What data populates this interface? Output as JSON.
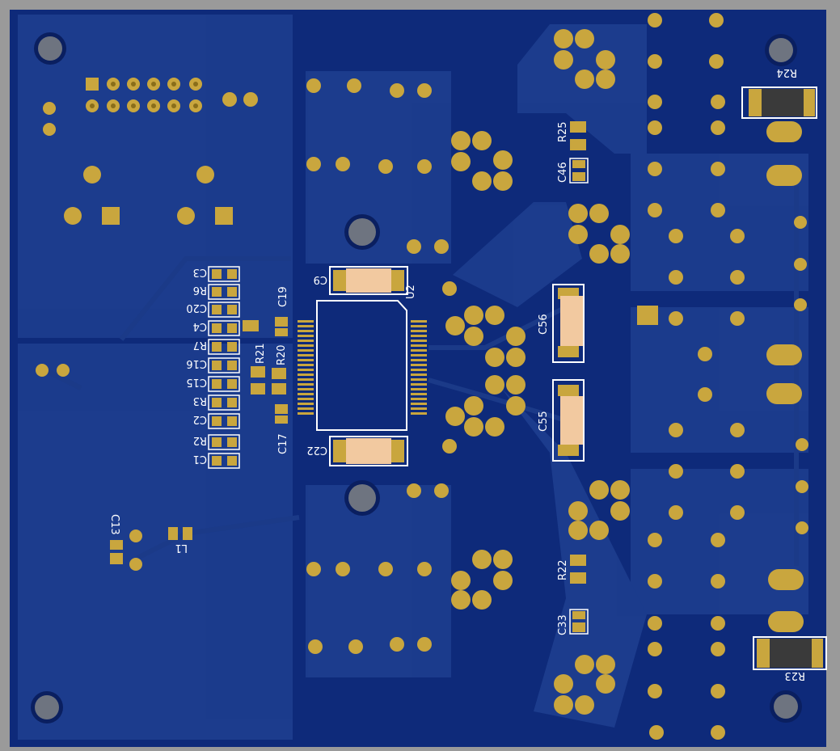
{
  "colors": {
    "background": "#9a9a9a",
    "board": "#0e2a7a",
    "copper": "#1e3f90",
    "pad": "#c9a63e",
    "pad_dark": "#8a6e1a",
    "hole": "#6e7480",
    "silkscreen": "#ffffff",
    "cap_body": "#f2c9a0"
  },
  "labels": {
    "u2": "U2",
    "c9": "C9",
    "c22": "C22",
    "c19": "C19",
    "c17": "C17",
    "r20": "R20",
    "r21": "R21",
    "c3": "C3",
    "r6": "R6",
    "c20": "C20",
    "c4": "C4",
    "r7": "R7",
    "c16": "C16",
    "c15": "C15",
    "r3": "R3",
    "c2": "C2",
    "r2": "R2",
    "c1": "C1",
    "c13": "C13",
    "l1": "L1",
    "r25": "R25",
    "c46": "C46",
    "c56": "C56",
    "c55": "C55",
    "r22": "R22",
    "c33": "C33",
    "r24": "R24",
    "r23": "R23"
  }
}
